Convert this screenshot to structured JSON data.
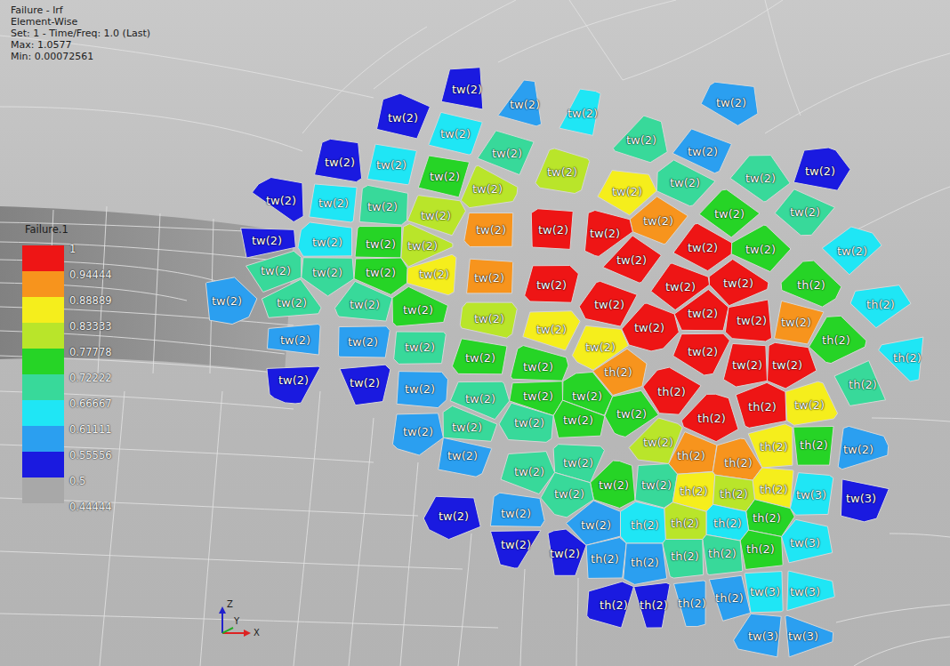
{
  "diagram": {
    "title": "Failure - lrf",
    "nodes": [
      {
        "text": [
          "tw(2)"
        ]
      },
      {
        "text": [
          "tw(2)"
        ]
      },
      {
        "text": [
          "tw(2)"
        ]
      },
      {
        "text": [
          "tw(2)"
        ]
      },
      {
        "text": [
          "tw(2)"
        ]
      },
      {
        "text": [
          "tw(2)"
        ]
      },
      {
        "text": [
          "tw(2)"
        ]
      },
      {
        "text": [
          "tw(2)"
        ]
      },
      {
        "text": [
          "tw(2)"
        ]
      },
      {
        "text": [
          "tw(2)"
        ]
      },
      {
        "text": [
          "tw(2)"
        ]
      },
      {
        "text": [
          "tw(2)"
        ]
      },
      {
        "text": [
          "tw(2)"
        ]
      },
      {
        "text": [
          "tw(2)"
        ]
      },
      {
        "text": [
          "tw(2)"
        ]
      },
      {
        "text": [
          "tw(2)"
        ]
      },
      {
        "text": [
          "tw(2)"
        ]
      },
      {
        "text": [
          "tw(2)"
        ]
      },
      {
        "text": [
          "tw(2)"
        ]
      },
      {
        "text": [
          "tw(2)"
        ]
      },
      {
        "text": [
          "tw(2)"
        ]
      },
      {
        "text": [
          "tw(2)"
        ]
      },
      {
        "text": [
          "tw(2)"
        ]
      },
      {
        "text": [
          "tw(2)"
        ]
      },
      {
        "text": [
          "tw(2)"
        ]
      },
      {
        "text": [
          "tw(2)"
        ]
      },
      {
        "text": [
          "tw(2)"
        ]
      },
      {
        "text": [
          "tw(2)"
        ]
      },
      {
        "text": [
          "tw(2)"
        ]
      },
      {
        "text": [
          "tw(2)"
        ]
      },
      {
        "text": [
          "tw(2)"
        ]
      },
      {
        "text": [
          "tw(2)"
        ]
      },
      {
        "text": [
          "tw(2)"
        ]
      },
      {
        "text": [
          "tw(2)"
        ]
      },
      {
        "text": [
          "tw(2)"
        ]
      },
      {
        "text": [
          "tw(2)"
        ]
      },
      {
        "text": [
          "tw(2)"
        ]
      },
      {
        "text": [
          "tw(2)"
        ]
      },
      {
        "text": [
          "tw(2)"
        ]
      },
      {
        "text": [
          "tw(2)"
        ]
      },
      {
        "text": [
          "tw(2)"
        ]
      },
      {
        "text": [
          "tw(2)"
        ]
      },
      {
        "text": [
          "tw(2)"
        ]
      },
      {
        "text": [
          "th(2)"
        ]
      },
      {
        "text": [
          "tw(2)"
        ]
      },
      {
        "text": [
          "tw(2)"
        ]
      },
      {
        "text": [
          "tw(2)"
        ]
      },
      {
        "text": [
          "tw(2)"
        ]
      },
      {
        "text": [
          "th(2)"
        ]
      },
      {
        "text": [
          "tw(2)"
        ]
      },
      {
        "text": [
          "tw(2)"
        ]
      },
      {
        "text": [
          "tw(2)"
        ]
      },
      {
        "text": [
          "tw(2)"
        ]
      },
      {
        "text": [
          "tw(2)"
        ]
      },
      {
        "text": [
          "tw(2)"
        ]
      },
      {
        "text": [
          "tw(2)"
        ]
      },
      {
        "text": [
          "tw(2)"
        ]
      },
      {
        "text": [
          "th(2)"
        ]
      },
      {
        "text": [
          "tw(2)"
        ]
      },
      {
        "text": [
          "tw(2)"
        ]
      },
      {
        "text": [
          "tw(2)"
        ]
      },
      {
        "text": [
          "tw(2)"
        ]
      },
      {
        "text": [
          "tw(2)"
        ]
      },
      {
        "text": [
          "th(2)"
        ]
      },
      {
        "text": [
          "tw(2)"
        ]
      },
      {
        "text": [
          "tw(2)"
        ]
      },
      {
        "text": [
          "tw(2)"
        ]
      },
      {
        "text": [
          "tw(2)"
        ]
      },
      {
        "text": [
          "th(2)"
        ]
      },
      {
        "text": [
          "tw(2)"
        ]
      },
      {
        "text": [
          "tw(2)"
        ]
      },
      {
        "text": [
          "th(2)"
        ]
      },
      {
        "text": [
          "tw(2)"
        ]
      },
      {
        "text": [
          "th(2)"
        ]
      },
      {
        "text": [
          "tw(2)"
        ]
      },
      {
        "text": [
          "tw(2)"
        ]
      },
      {
        "text": [
          "tw(2)"
        ]
      },
      {
        "text": [
          "tw(2)"
        ]
      },
      {
        "text": [
          "th(2)"
        ]
      },
      {
        "text": [
          "tw(2)"
        ]
      },
      {
        "text": [
          "th(2)"
        ]
      },
      {
        "text": [
          "tw(2)"
        ]
      },
      {
        "text": [
          "tw(2)"
        ]
      },
      {
        "text": [
          "tw(2)"
        ]
      },
      {
        "text": [
          "tw(2)"
        ]
      },
      {
        "text": [
          "tw(2)"
        ]
      },
      {
        "text": [
          "th(2)"
        ]
      },
      {
        "text": [
          "th(2)"
        ]
      },
      {
        "text": [
          "tw(2)"
        ]
      },
      {
        "text": [
          "th(2)"
        ]
      },
      {
        "text": [
          "tw(2)"
        ]
      },
      {
        "text": [
          "tw(2)"
        ]
      },
      {
        "text": [
          "th(2)"
        ]
      },
      {
        "text": [
          "tw(2)"
        ]
      },
      {
        "text": [
          "tw(2)"
        ]
      },
      {
        "text": [
          "tw(2)"
        ]
      },
      {
        "text": [
          "th(2)"
        ]
      },
      {
        "text": [
          "th(2)"
        ]
      },
      {
        "text": [
          "th(2)"
        ]
      },
      {
        "text": [
          "tw(2)"
        ]
      },
      {
        "text": [
          "tw(3)"
        ]
      },
      {
        "text": [
          "tw(3)"
        ]
      },
      {
        "text": [
          "tw(2)"
        ]
      },
      {
        "text": [
          "tw(2)"
        ]
      },
      {
        "text": [
          "th(2)"
        ]
      },
      {
        "text": [
          "th(2)"
        ]
      },
      {
        "text": [
          "th(2)"
        ]
      },
      {
        "text": [
          "th(2)"
        ]
      },
      {
        "text": [
          "tw(2)"
        ]
      },
      {
        "text": [
          "tw(3)"
        ]
      },
      {
        "text": [
          "tw(2)"
        ]
      },
      {
        "text": [
          "th(2)"
        ]
      },
      {
        "text": [
          "th(2)"
        ]
      },
      {
        "text": [
          "tw(2)"
        ]
      },
      {
        "text": [
          "th(2)"
        ]
      },
      {
        "text": [
          "th(2)"
        ]
      },
      {
        "text": [
          "th(2)"
        ]
      },
      {
        "text": [
          "tw(3)"
        ]
      },
      {
        "text": [
          "tw(3)"
        ]
      },
      {
        "text": [
          "th(2)"
        ]
      },
      {
        "text": [
          "th(2)"
        ]
      },
      {
        "text": [
          "th(2)"
        ]
      },
      {
        "text": [
          "th(2)"
        ]
      },
      {
        "text": [
          "tw(3)"
        ]
      },
      {
        "text": [
          "tw(3)"
        ]
      }
    ],
    "labels": [
      "Element-Wise",
      "Set: 1 - Time/Freq: 1.0 (Last)",
      "Max: 1.0577",
      "Min: 0.00072561",
      "Failure.1",
      "0.44444",
      "Z",
      "Y",
      "X"
    ],
    "legend": [
      {
        "text": "1",
        "color": "#ee1515"
      },
      {
        "text": "0.94444",
        "color": "#f7941d"
      },
      {
        "text": "0.88889",
        "color": "#f5ee1c"
      },
      {
        "text": "0.83333",
        "color": "#b9e52a"
      },
      {
        "text": "0.77778",
        "color": "#26d426"
      },
      {
        "text": "0.72222",
        "color": "#38d99a"
      },
      {
        "text": "0.66667",
        "color": "#1fe6f5"
      },
      {
        "text": "0.61111",
        "color": "#2b9ff0"
      },
      {
        "text": "0.55556",
        "color": "#1a1ae0"
      },
      {
        "text": "0.5",
        "color": "#a8a8a8"
      }
    ]
  }
}
